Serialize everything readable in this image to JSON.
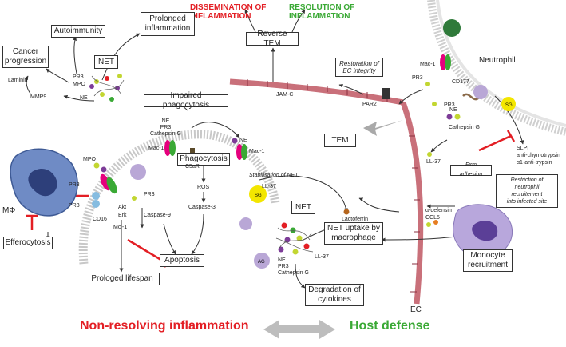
{
  "headers": {
    "dissemination": "DISSEMINATION OF\nINFLAMMATION",
    "resolution": "RESOLUTION OF\nINFLAMMATION"
  },
  "boxes": {
    "autoimmunity": "Autoimmunity",
    "prolonged_inflammation": "Prolonged\ninflammation",
    "cancer_progression": "Cancer\nprogression",
    "net_top": "NET",
    "impaired_phagocytosis": "Impaired phagocytosis",
    "reverse_tem": "Reverse TEM",
    "restoration_ec": "Restoration of\nEC integrity",
    "tem": "TEM",
    "firm_adhesion": "Firm adhesion",
    "restriction": "Restriction of\nneutrophil\nrecruitement\ninto infected site",
    "efferocytosis": "Efferocytosis",
    "phagocytosis": "Phagocytosis",
    "apoptosis": "Apoptosis",
    "prolonged_lifespan": "Prologed lifespan",
    "net_mid": "NET",
    "net_uptake": "NET uptake by\nmacrophage",
    "degradation": "Degradation of\ncytokines",
    "monocyte_recruitment": "Monocyte\nrecruitment"
  },
  "labels": {
    "neutrophil": "Neutrophil",
    "pr3_mpo": "PR3\nMPO",
    "ne_left": "NE",
    "laminin": "Laminin",
    "mmp9": "MMP9",
    "ne_pr3_catg": "NE\nPR3\nCathepsin G",
    "c5ar": "C5aR",
    "mac1_center": "Mac-1",
    "mac1_edge": "Mac-1",
    "ne_edge": "NE",
    "mpo": "MPO",
    "pr3_cell": "PR3",
    "akt": "Akt",
    "erk": "Erk",
    "mcl1": "Mcl-1",
    "pr3_left": "PR3",
    "cd16": "CD16",
    "mphi": "MΦ",
    "pr3_casp": "PR3",
    "caspase9": "Caspase-9",
    "ros": "ROS",
    "caspase3": "Caspase-3",
    "jamc": "JAM-C",
    "par2": "PAR2",
    "mac1_right": "Mac-1",
    "pr3_right_top": "PR3",
    "cd177": "CD177",
    "pr3_right_mid": "PR3",
    "ne_right": "NE",
    "catg_right": "Cathepsin G",
    "slpi": "SLPI\nanti-chymotrypsin\nα1-anti-trypsin",
    "ll37_right": "LL-37",
    "stabilisation": "Stabilisation of NET",
    "ll37_mid": "LL-37",
    "lactoferrin": "Lactoferrin",
    "ne_pr3_catg_net": "NE\nPR3\nCathepsin G",
    "ll37_net": "LL-37",
    "alpha_def": "α-defensin\nCCL5",
    "ec": "EC",
    "sg_granule": "SG",
    "ag_granule": "AG"
  },
  "bottom": {
    "non_resolving": "Non-resolving inflammation",
    "host_defense": "Host defense"
  },
  "colors": {
    "red": "#e31e24",
    "green": "#3aa935",
    "endothelium": "#c9707a",
    "arrow_gray": "#a9a9a9",
    "macrophage": "#6f8bc5",
    "monocyte": "#9b86c4"
  }
}
